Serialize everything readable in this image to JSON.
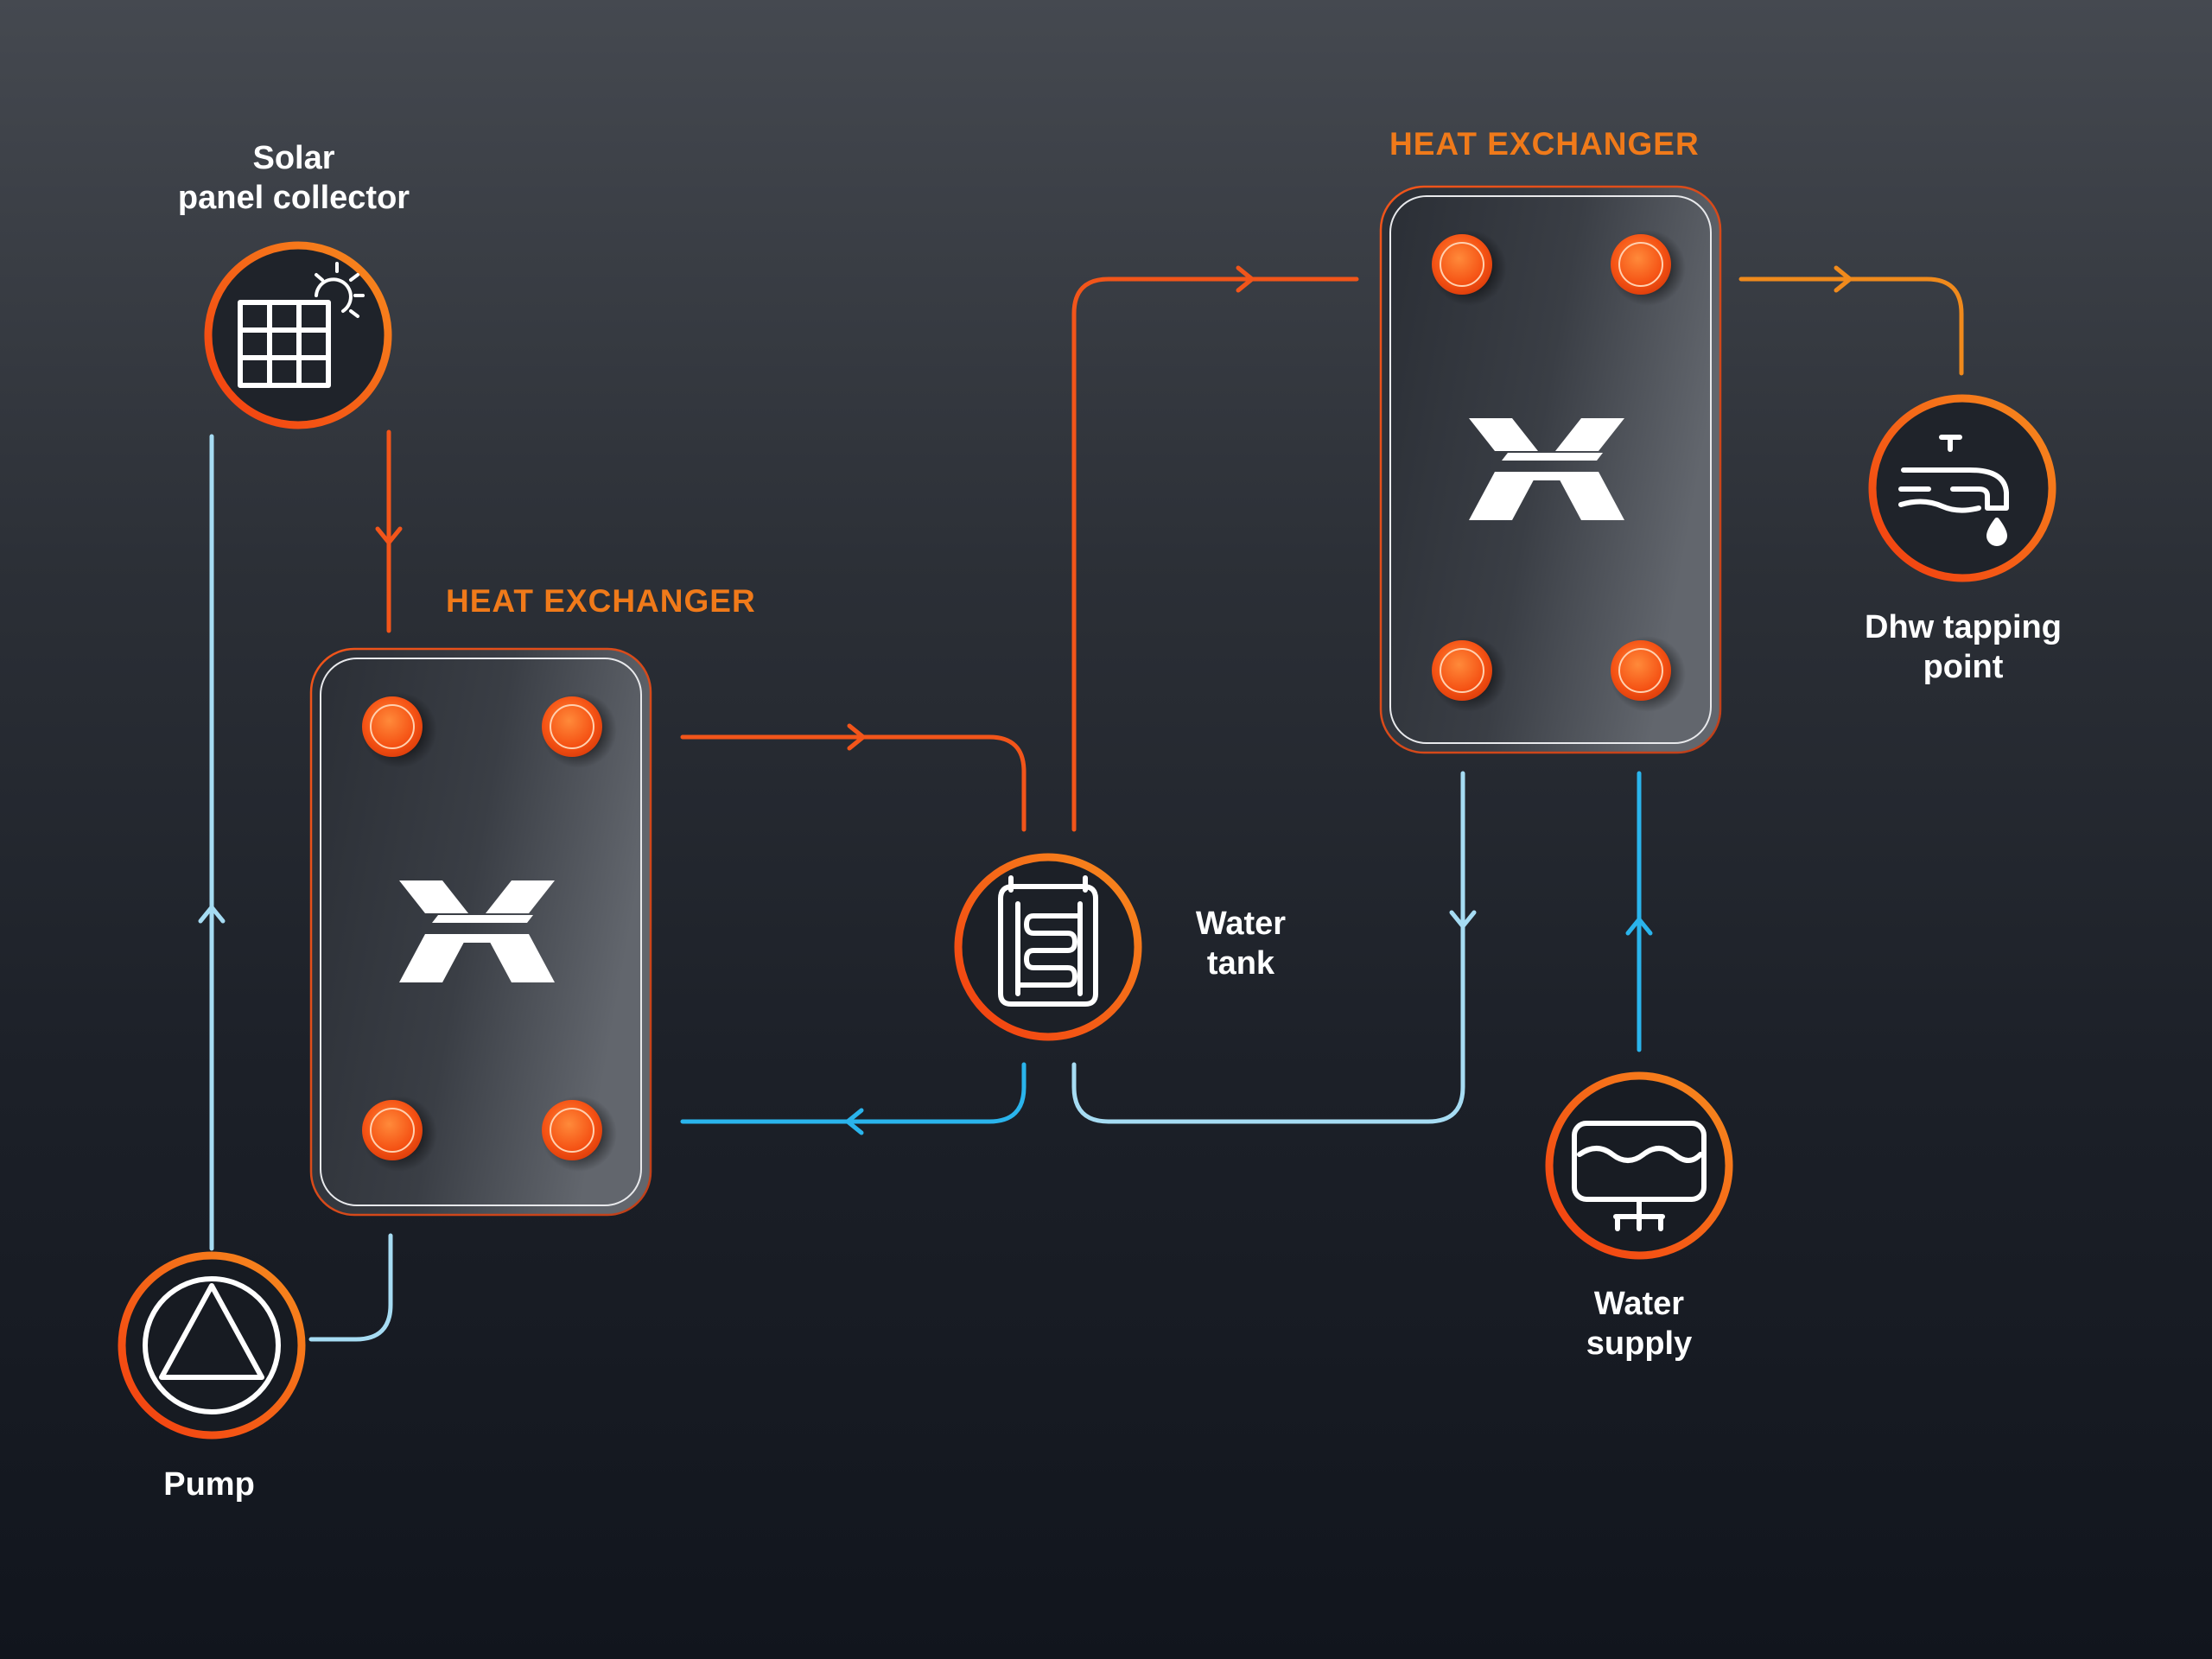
{
  "diagram": {
    "nodes": {
      "solar": {
        "line1": "Solar",
        "line2": "panel collector",
        "icon": "solar-panel-icon"
      },
      "pump": {
        "label": "Pump",
        "icon": "pump-triangle-icon"
      },
      "water_tank": {
        "line1": "Water",
        "line2": "tank",
        "icon": "water-tank-coil-icon"
      },
      "dhw": {
        "line1": "Dhw tapping",
        "line2": "point",
        "icon": "faucet-icon"
      },
      "water_supply": {
        "line1": "Water",
        "line2": "supply",
        "icon": "water-supply-icon"
      }
    },
    "heat_exchanger_1": {
      "title": "HEAT EXCHANGER",
      "icon": "heat-exchanger-logo-icon"
    },
    "heat_exchanger_2": {
      "title": "HEAT EXCHANGER",
      "icon": "heat-exchanger-logo-icon"
    },
    "edges": [
      {
        "from": "Solar panel collector",
        "to": "HEAT EXCHANGER (1)",
        "kind": "hot"
      },
      {
        "from": "HEAT EXCHANGER (1)",
        "to": "Water tank",
        "kind": "hot"
      },
      {
        "from": "Water tank",
        "to": "HEAT EXCHANGER (1)",
        "kind": "cold"
      },
      {
        "from": "HEAT EXCHANGER (1)",
        "to": "Pump",
        "kind": "cold"
      },
      {
        "from": "Pump",
        "to": "Solar panel collector",
        "kind": "cold"
      },
      {
        "from": "Water tank",
        "to": "HEAT EXCHANGER (2)",
        "kind": "hot"
      },
      {
        "from": "HEAT EXCHANGER (2)",
        "to": "Dhw tapping point",
        "kind": "hot"
      },
      {
        "from": "HEAT EXCHANGER (2)",
        "to": "Water tank",
        "kind": "cold"
      },
      {
        "from": "Water supply",
        "to": "HEAT EXCHANGER (2)",
        "kind": "cold"
      }
    ],
    "colors": {
      "hot": "#f2551a",
      "hot_light": "#f08a1c",
      "cold_light": "#9fdcf5",
      "cold": "#2ab4ec",
      "accent_title": "#f07a1a",
      "ring_inner": "#f24a12",
      "ring_outer": "#f5861c"
    }
  }
}
